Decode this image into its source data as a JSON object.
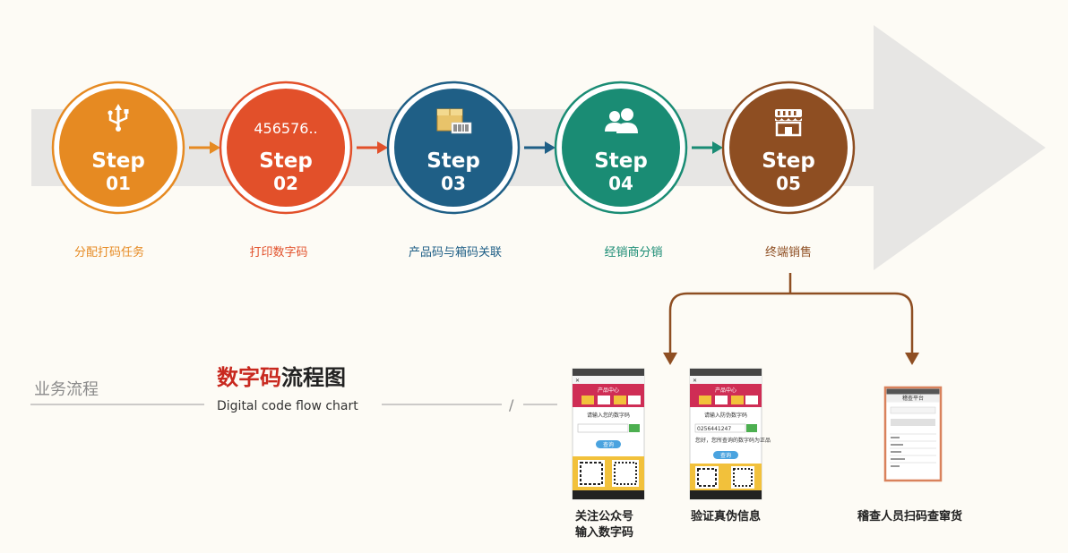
{
  "section_label": "业务流程",
  "title_part1": "数字码",
  "title_part2": "流程图",
  "subtitle": "Digital code flow chart",
  "slash": "/",
  "colors": {
    "step1": "#e68a22",
    "step2": "#e2502a",
    "step3": "#1f5f86",
    "step4": "#1a8c74",
    "step5": "#8e4e22",
    "band": "#e7e6e4",
    "title_red": "#c8281e"
  },
  "steps": [
    {
      "icon": "usb-icon",
      "number_text": "",
      "word": "Step",
      "num": "01",
      "label": "分配打码任务"
    },
    {
      "icon": "",
      "number_text": "456576..",
      "word": "Step",
      "num": "02",
      "label": "打印数字码"
    },
    {
      "icon": "box-barcode-icon",
      "number_text": "",
      "word": "Step",
      "num": "03",
      "label": "产品码与箱码关联"
    },
    {
      "icon": "users-icon",
      "number_text": "",
      "word": "Step",
      "num": "04",
      "label": "经销商分销"
    },
    {
      "icon": "shop-icon",
      "number_text": "",
      "word": "Step",
      "num": "05",
      "label": "终端销售"
    }
  ],
  "phone1": {
    "header": "产品中心",
    "prompt": "请输入您的数字码",
    "button": "查询",
    "caption_line1": "关注公众号",
    "caption_line2": "输入数字码"
  },
  "phone2": {
    "header": "产品中心",
    "prompt": "请输入防伪数字码",
    "code": "0256441247",
    "button": "查询",
    "result": "您好，您所查询的数字码为正品",
    "caption": "验证真伪信息"
  },
  "phone3": {
    "header": "稽查平台",
    "caption": "稽查人员扫码查窜货"
  }
}
